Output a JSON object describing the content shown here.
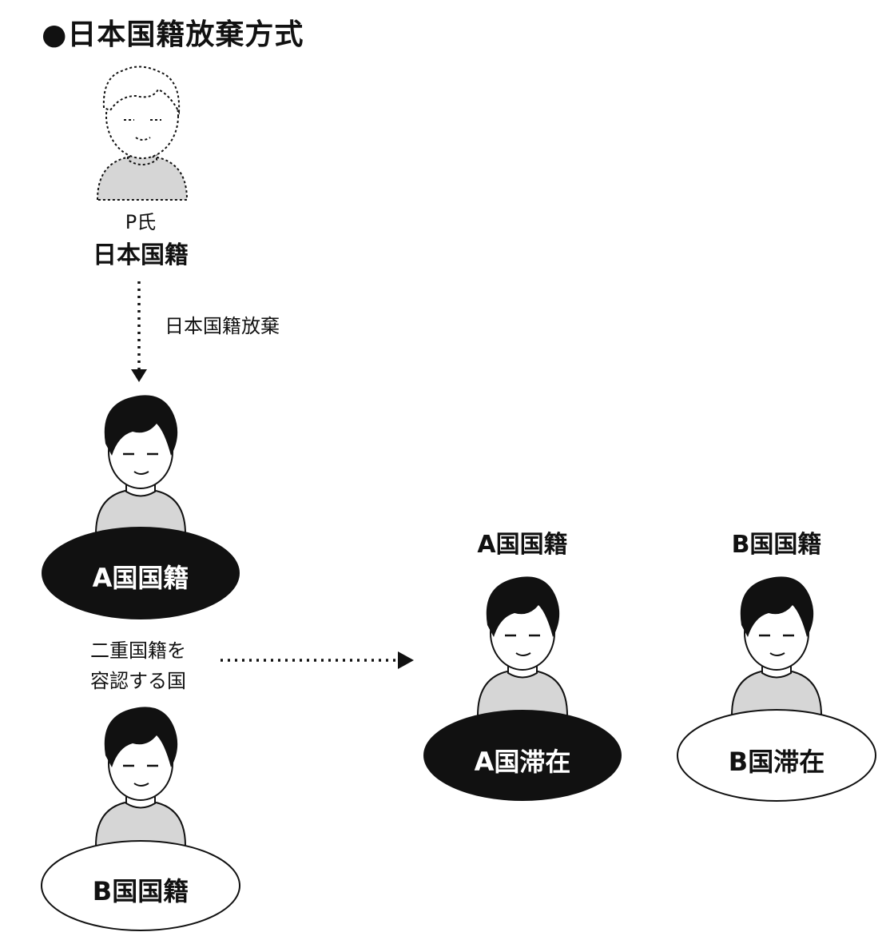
{
  "title": "●日本国籍放棄方式",
  "person_p": {
    "name": "P氏",
    "nationality": "日本国籍"
  },
  "renounce_label": "日本国籍放棄",
  "left_stack": {
    "top_oval": "A国国籍",
    "middle_text_line1": "二重国籍を",
    "middle_text_line2": "容認する国",
    "bottom_oval": "B国国籍"
  },
  "right_a": {
    "heading": "A国国籍",
    "oval": "A国滞在"
  },
  "right_b": {
    "heading": "B国国籍",
    "oval": "B国滞在"
  },
  "colors": {
    "dark": "#111111",
    "shirt": "#d6d6d6",
    "white": "#ffffff"
  }
}
